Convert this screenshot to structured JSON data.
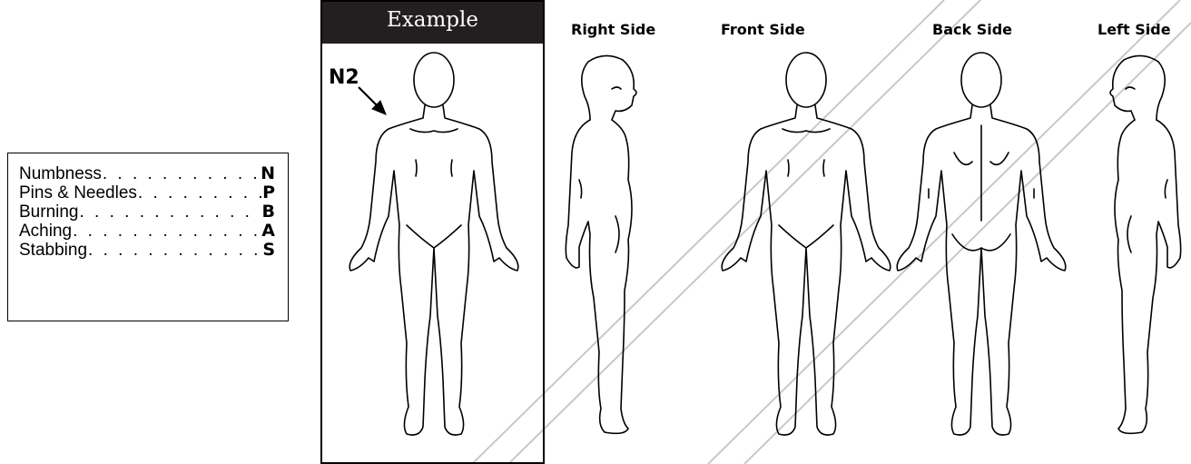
{
  "legend": {
    "items": [
      {
        "label": "Numbness",
        "dots": ". . . . . . . . . . . . . . . .",
        "code": "N"
      },
      {
        "label": "Pins & Needles",
        "dots": ". . . . . . . . . . . . . . . .",
        "code": "P"
      },
      {
        "label": "Burning",
        "dots": ". . . . . . . . . . . . . . . . . . .",
        "code": "B"
      },
      {
        "label": "Aching",
        "dots": ". . . . . . . . . . . . . . . . . . .",
        "code": "A"
      },
      {
        "label": "Stabbing",
        "dots": ". . . . . . . . . . . . . . . . . .",
        "code": "S"
      }
    ]
  },
  "example": {
    "header": "Example",
    "marker_label": "N2"
  },
  "views": {
    "right": "Right Side",
    "front": "Front Side",
    "back": "Back Side",
    "left": "Left Side"
  },
  "colors": {
    "header_bg": "#231f20",
    "watermark": "#c8c8c8"
  }
}
